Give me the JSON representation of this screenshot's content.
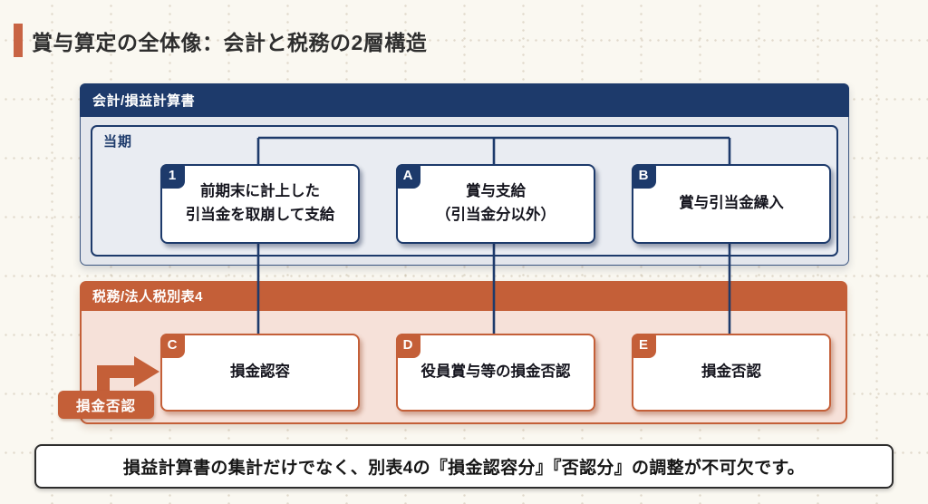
{
  "title": {
    "text": "賞与算定の全体像：会計と税務の2層構造"
  },
  "accounting_panel": {
    "header": "会計/損益計算書",
    "period_label": "当期",
    "boxes": [
      {
        "badge": "1",
        "lines": [
          "前期末に計上した",
          "引当金を取崩して支給"
        ]
      },
      {
        "badge": "A",
        "lines": [
          "賞与支給",
          "（引当金分以外）"
        ]
      },
      {
        "badge": "B",
        "lines": [
          "賞与引当金繰入"
        ]
      }
    ]
  },
  "tax_panel": {
    "header": "税務/法人税別表4",
    "boxes": [
      {
        "badge": "C",
        "lines": [
          "損金認容"
        ]
      },
      {
        "badge": "D",
        "lines": [
          "役員賞与等の損金否認"
        ]
      },
      {
        "badge": "E",
        "lines": [
          "損金否認"
        ]
      }
    ],
    "arrow_label": "損金否認"
  },
  "note": {
    "text": "損益計算書の集計だけでなく、別表4の『損金認容分』『否認分』の調整が不可欠です。"
  },
  "colors": {
    "accent_orange": "#c45f38",
    "navy": "#1d3a6b",
    "accounting_body": "#e3e6ec",
    "tax_body": "#f6e1d9",
    "page_background": "#faf8f1"
  }
}
